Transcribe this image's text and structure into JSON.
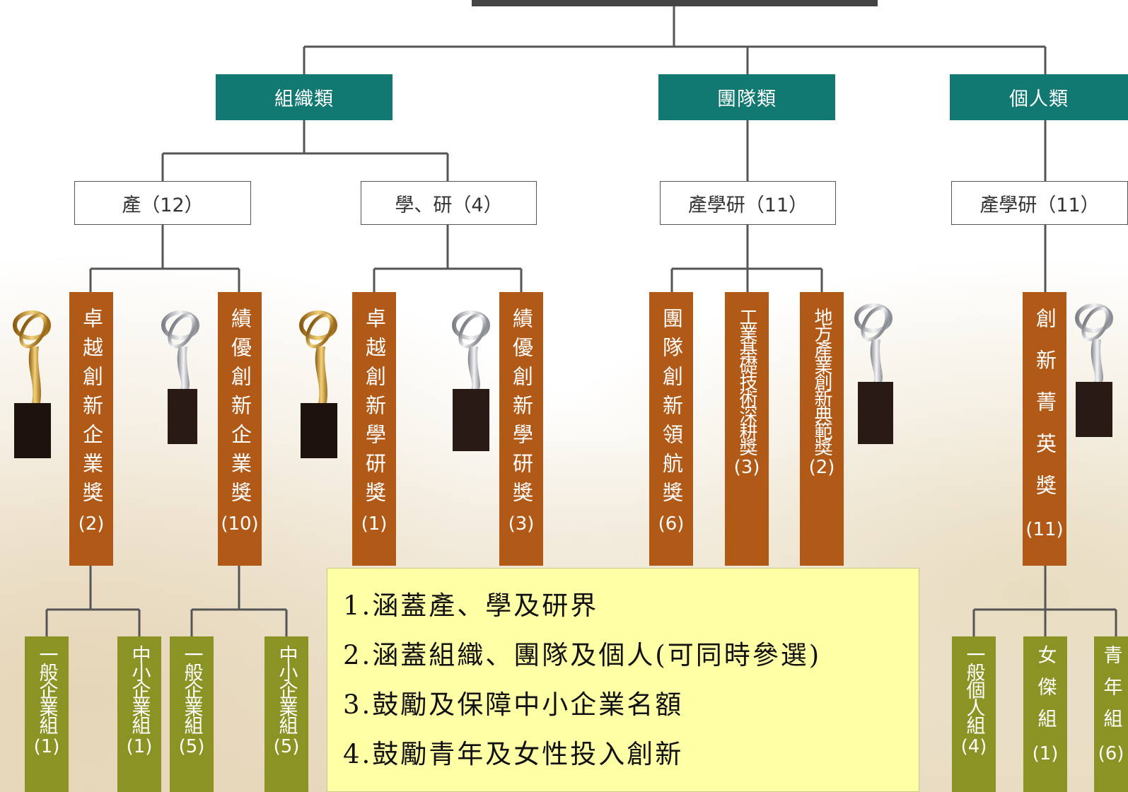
{
  "categories": {
    "organization": "組織類",
    "team": "團隊類",
    "individual": "個人類"
  },
  "sectors": {
    "industry": "產（12）",
    "academia_research": "學、研（4）",
    "team_iar": "產學研（11）",
    "individual_iar": "產學研（11）"
  },
  "awards": [
    {
      "text": "卓越創新企業獎",
      "count": "(2)"
    },
    {
      "text": "績優創新企業獎",
      "count": "(10)"
    },
    {
      "text": "卓越創新學研獎",
      "count": "(1)"
    },
    {
      "text": "績優創新學研獎",
      "count": "(3)"
    },
    {
      "text": "團隊創新領航獎",
      "count": "(6)"
    },
    {
      "text": "工業基礎技術深耕獎",
      "count": "(3)"
    },
    {
      "text": "地方產業創新典範獎",
      "count": "(2)"
    },
    {
      "text": "創新菁英獎",
      "count": "(11)"
    }
  ],
  "groups": [
    {
      "text": "一般企業組",
      "count": "(1)"
    },
    {
      "text": "中小企業組",
      "count": "(1)"
    },
    {
      "text": "一般企業組",
      "count": "(5)"
    },
    {
      "text": "中小企業組",
      "count": "(5)"
    },
    {
      "text": "一般個人組",
      "count": "(4)"
    },
    {
      "text": "女傑組",
      "count": "(1)"
    },
    {
      "text": "青年組",
      "count": "(6)"
    }
  ],
  "notes": [
    "1.涵蓋產、學及研界",
    "2.涵蓋組織、團隊及個人(可同時參選)",
    "3.鼓勵及保障中小企業名額",
    "4.鼓勵青年及女性投入創新"
  ],
  "colors": {
    "category": "#127872",
    "award": "#b15a18",
    "group": "#8a9324",
    "note": "#ffffa6",
    "trophy_gold": "#d9a93a",
    "trophy_silver": "#c9ccd1"
  }
}
